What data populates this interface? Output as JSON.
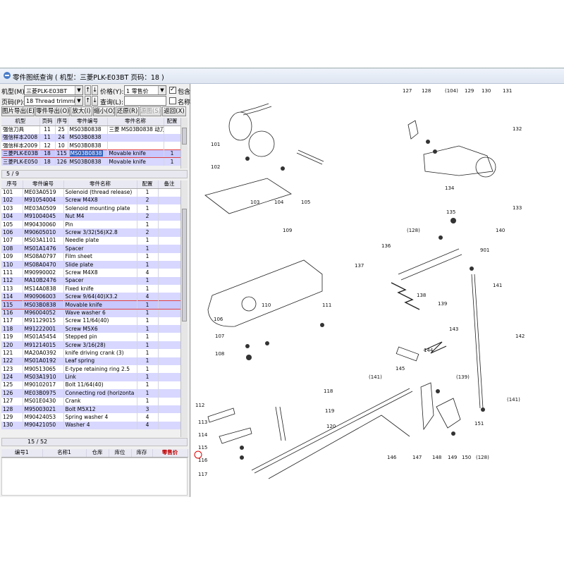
{
  "title": "零件图纸查询 ( 机型：三菱PLK-E03BT 页码：18 )",
  "controls": {
    "model_label": "机型(M):",
    "model_value": "三菱PLK-E03BT",
    "price_label": "价格(Y):",
    "price_value": "1  零售价",
    "include_label": "包含",
    "page_label": "页码(P):",
    "page_value": "18 Thread trimmin",
    "query_label": "查询(L):",
    "name_label": "名称"
  },
  "toolbar": {
    "export_image": "图片导出(E)",
    "export_parts": "零件导出(O)",
    "zoom_in": "放大(I)",
    "zoom_out": "缩小(O)",
    "restore": "还原(R)",
    "source": "源图(S)",
    "back": "返回(X)"
  },
  "top_table": {
    "headers": [
      "机型",
      "页码",
      "序号",
      "零件编号",
      "零件名称",
      "配置"
    ],
    "rows": [
      [
        "强信刀具",
        "11",
        "25",
        "MS03B0838",
        "三菱 MS03B0838 动刀",
        ""
      ],
      [
        "强信样本2008",
        "11",
        "24",
        "MS03B0838",
        "",
        ""
      ],
      [
        "强信样本2009",
        "12",
        "10",
        "MS03B0838",
        "",
        ""
      ],
      [
        "三菱PLK-E03B",
        "18",
        "115",
        "MS03B0838",
        "Movable knife",
        "1"
      ],
      [
        "三菱PLK-E050",
        "18",
        "126",
        "MS03B0838",
        "Movable knife",
        "1"
      ]
    ],
    "status": "5 / 9"
  },
  "parts_table": {
    "headers": [
      "序号",
      "零件编号",
      "零件名称",
      "配置",
      "备注"
    ],
    "rows": [
      [
        "101",
        "ME03A0519",
        "Solenoid (thread release)",
        "1",
        ""
      ],
      [
        "102",
        "M91054004",
        "Screw M4X8",
        "2",
        ""
      ],
      [
        "103",
        "ME03A0509",
        "Solenoid mounting plate",
        "1",
        ""
      ],
      [
        "104",
        "M91004045",
        "Nut M4",
        "2",
        ""
      ],
      [
        "105",
        "M90430060",
        "Pin",
        "1",
        ""
      ],
      [
        "106",
        "M90605010",
        "Screw 3/32(56)X2.8",
        "2",
        ""
      ],
      [
        "107",
        "MS03A1101",
        "Needle plate",
        "1",
        ""
      ],
      [
        "108",
        "MS01A1476",
        "Spacer",
        "1",
        ""
      ],
      [
        "109",
        "MS08A0797",
        "Film sheet",
        "1",
        ""
      ],
      [
        "110",
        "MS08A0470",
        "Slide plate",
        "1",
        ""
      ],
      [
        "111",
        "M90990002",
        "Screw M4X8",
        "4",
        ""
      ],
      [
        "112",
        "MA10B2476",
        "Spacer",
        "1",
        ""
      ],
      [
        "113",
        "MS14A0838",
        "Fixed knife",
        "1",
        ""
      ],
      [
        "114",
        "M90906003",
        "Screw 9/64(40)X3.2",
        "4",
        ""
      ],
      [
        "115",
        "MS03B0838",
        "Movable knife",
        "1",
        ""
      ],
      [
        "116",
        "M96004052",
        "Wave washer 6",
        "1",
        ""
      ],
      [
        "117",
        "M91129015",
        "Screw 11/64(40)",
        "1",
        ""
      ],
      [
        "118",
        "M91222001",
        "Screw M5X6",
        "1",
        ""
      ],
      [
        "119",
        "MS01A5454",
        "Stepped pin",
        "1",
        ""
      ],
      [
        "120",
        "M91214015",
        "Screw 3/16(28)",
        "1",
        ""
      ],
      [
        "121",
        "MA20A0392",
        "knife driving crank (3)",
        "1",
        ""
      ],
      [
        "122",
        "MS01A0192",
        "Leaf spring",
        "1",
        ""
      ],
      [
        "123",
        "M90513065",
        "E-type retaining ring 2.5",
        "1",
        ""
      ],
      [
        "124",
        "MS03A1910",
        "Link",
        "1",
        ""
      ],
      [
        "125",
        "M90102017",
        "Bolt 11/64(40)",
        "1",
        ""
      ],
      [
        "126",
        "ME03B0975",
        "Connecting rod (horizonta",
        "1",
        ""
      ],
      [
        "127",
        "MS01E0430",
        "Crank",
        "1",
        ""
      ],
      [
        "128",
        "M95003021",
        "Bolt M5X12",
        "3",
        ""
      ],
      [
        "129",
        "M90424053",
        "Spring washer 4",
        "4",
        ""
      ],
      [
        "130",
        "M90421050",
        "Washer 4",
        "4",
        ""
      ]
    ],
    "status": "15 / 52"
  },
  "stock_table": {
    "headers": [
      "编号1",
      "名称1",
      "仓库",
      "库位",
      "库存",
      "零售价"
    ]
  },
  "diagram_labels": [
    "127",
    "128",
    "(104)",
    "129",
    "130",
    "131",
    "132",
    "101",
    "102",
    "103",
    "104",
    "105",
    "133",
    "134",
    "135",
    "(128)",
    "140",
    "901",
    "136",
    "137",
    "138",
    "139",
    "141",
    "109",
    "110",
    "111",
    "106",
    "107",
    "108",
    "143",
    "144",
    "142",
    "145",
    "(141)",
    "(139)",
    "112",
    "113",
    "114",
    "115",
    "116",
    "117",
    "118",
    "119",
    "120",
    "146",
    "147",
    "148",
    "149",
    "150",
    "(128)",
    "151",
    "(141)"
  ]
}
